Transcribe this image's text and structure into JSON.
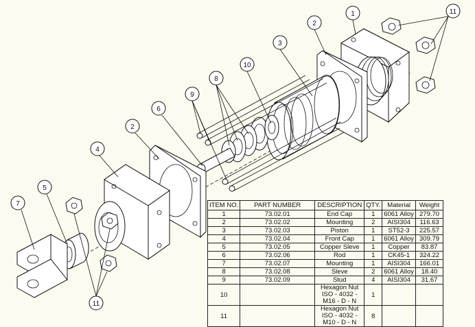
{
  "balloons": {
    "b1": "1",
    "b2_top": "2",
    "b3": "3",
    "b10": "10",
    "b8": "8",
    "b9": "9",
    "b6": "6",
    "b2_left": "2",
    "b4": "4",
    "b5": "5",
    "b7": "7",
    "b11_top": "11",
    "b11_bottom": "11"
  },
  "bom": {
    "headers": [
      "ITEM NO.",
      "PART NUMBER",
      "DESCRIPTION",
      "QTY.",
      "Material",
      "Weight"
    ],
    "rows": [
      [
        "1",
        "73.02.01",
        "End Cap",
        "1",
        "6061 Alloy",
        "279.70"
      ],
      [
        "2",
        "73.02.02",
        "Mounting",
        "2",
        "AISI304",
        "116.63"
      ],
      [
        "3",
        "73.02.03",
        "Piston",
        "1",
        "ST52-3",
        "225.57"
      ],
      [
        "4",
        "73.02.04",
        "Front Cap",
        "1",
        "6061 Alloy",
        "309.79"
      ],
      [
        "5",
        "73.02.05",
        "Copper Sleve",
        "1",
        "Copper",
        "83.87"
      ],
      [
        "6",
        "73.02.06",
        "Rod",
        "1",
        "CK45-1",
        "324.22"
      ],
      [
        "7",
        "73.02.07",
        "Mounting",
        "1",
        "AISI304",
        "166.01"
      ],
      [
        "8",
        "73.02.08",
        "Sleve",
        "2",
        "6061 Alloy",
        "18.40"
      ],
      [
        "9",
        "73.02.09",
        "Stud",
        "4",
        "AISI304",
        "31.67"
      ],
      [
        "10",
        "",
        "Hexagon Nut ISO - 4032 - M16 - D - N",
        "1",
        "",
        ""
      ],
      [
        "11",
        "",
        "Hexagon Nut ISO - 4032 - M10 - D - N",
        "8",
        "",
        ""
      ]
    ]
  }
}
